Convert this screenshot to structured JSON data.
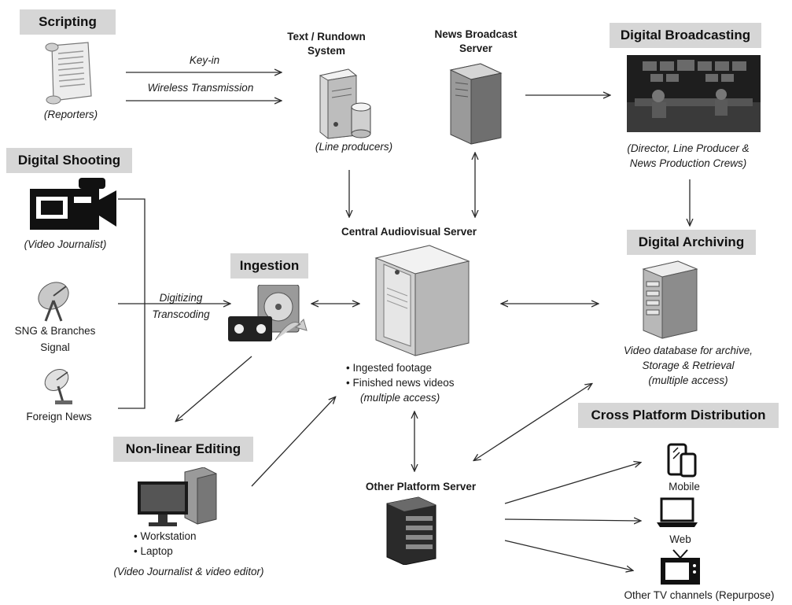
{
  "headers": {
    "scripting": "Scripting",
    "digital_shooting": "Digital Shooting",
    "ingestion": "Ingestion",
    "nonlinear_editing": "Non-linear Editing",
    "digital_broadcasting": "Digital Broadcasting",
    "digital_archiving": "Digital Archiving",
    "cross_platform": "Cross Platform Distribution"
  },
  "servers": {
    "text_rundown_line1": "Text / Rundown",
    "text_rundown_line2": "System",
    "news_broadcast_line1": "News Broadcast",
    "news_broadcast_line2": "Server",
    "central_av": "Central Audiovisual Server",
    "other_platform": "Other Platform Server"
  },
  "labels": {
    "reporters": "(Reporters)",
    "line_producers": "(Line producers)",
    "video_journalist": "(Video Journalist)",
    "sng_line1": "SNG & Branches",
    "sng_line2": "Signal",
    "foreign_news": "Foreign News",
    "director_line1": "(Director, Line Producer &",
    "director_line2": "News Production Crews)",
    "archive_line1": "Video database for archive,",
    "archive_line2": "Storage & Retrieval",
    "archive_line3": "(multiple access)",
    "mobile": "Mobile",
    "web": "Web",
    "other_tv": "Other TV channels (Repurpose)",
    "editor_caption": "(Video Journalist & video editor)"
  },
  "arrow_labels": {
    "key_in": "Key-in",
    "wireless": "Wireless Transmission",
    "digitizing": "Digitizing",
    "transcoding": "Transcoding"
  },
  "central_list": {
    "item1": "• Ingested footage",
    "item2": "• Finished news videos",
    "item3": "(multiple access)"
  },
  "editing_list": {
    "item1": "• Workstation",
    "item2": "• Laptop"
  },
  "colors": {
    "header_bg": "#d6d6d6",
    "arrow": "#2a2a2a"
  }
}
